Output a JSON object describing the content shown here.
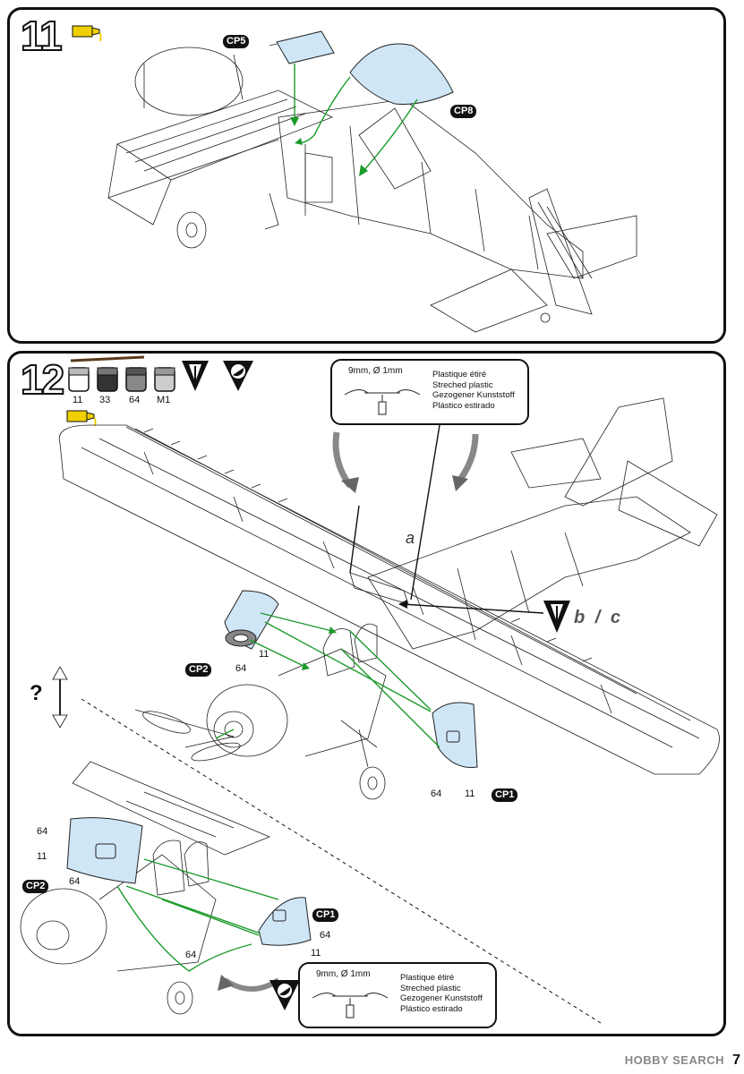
{
  "step11": {
    "number": "11",
    "parts": [
      "CP5",
      "CP8"
    ]
  },
  "step12": {
    "number": "12",
    "paints": [
      "11",
      "33",
      "64",
      "M1"
    ],
    "labels": {
      "a": "a",
      "bc": "b / c",
      "question": "?"
    },
    "callouts": {
      "cp1": "CP1",
      "cp2": "CP2",
      "cp1b": "CP1",
      "cp2b": "CP2"
    },
    "part_numbers": {
      "cp2_64": "64",
      "cp2_11": "11",
      "cp1_64": "64",
      "cp1_11": "11",
      "inset_cp2_64a": "64",
      "inset_cp2_11": "11",
      "inset_cp2_64b": "64",
      "inset_cp1_64": "64",
      "inset_cp1_11": "11",
      "inset_64": "64"
    },
    "stretched_plastic": {
      "dimension": "9mm, Ø 1mm",
      "lines": [
        "Plastique étiré",
        "Streched plastic",
        "Gezogener Kunststoff",
        "Plástico estirado"
      ]
    }
  },
  "footer": {
    "brand": "HOBBY SEARCH",
    "page": "7"
  },
  "colors": {
    "green_arrow": "#1a9a2a",
    "glass": "#cfe6f7",
    "glue_yellow": "#f0d000"
  }
}
